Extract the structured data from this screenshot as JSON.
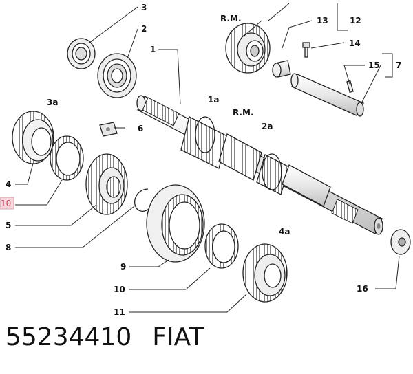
{
  "labels": {
    "l1": "1",
    "l1a": "1a",
    "l2": "2",
    "l2a": "2a",
    "l3": "3",
    "l3a": "3a",
    "l4": "4",
    "l4a": "4a",
    "l5": "5",
    "l6": "6",
    "l7": "7",
    "l8": "8",
    "l9": "9",
    "l10_left": "10",
    "l10_bottom": "10",
    "l11": "11",
    "l12": "12",
    "l13": "13",
    "l14": "14",
    "l15": "15",
    "l16": "16",
    "rm_top": "R.M.",
    "rm_mid": "R.M."
  },
  "caption": {
    "part_number": "55234410",
    "brand": "FIAT"
  },
  "colors": {
    "line": "#222222",
    "highlight": "#f7d6dc"
  }
}
